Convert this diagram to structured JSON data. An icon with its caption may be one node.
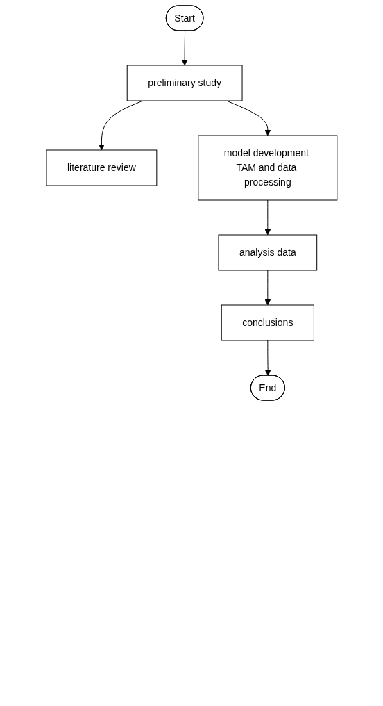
{
  "diagram": {
    "nodes": [
      {
        "text": [
          "Start"
        ]
      },
      {
        "text": [
          "preliminary study"
        ]
      },
      {
        "text": [
          "literature review"
        ]
      },
      {
        "text": [
          "model development TAM and data processing"
        ]
      },
      {
        "text": [
          "analysis data"
        ]
      },
      {
        "text": [
          "conclusions"
        ]
      },
      {
        "text": [
          "End"
        ]
      }
    ],
    "edges": [
      {
        "from": 0,
        "to": 1,
        "arrow": "to"
      },
      {
        "from": 1,
        "to": 2,
        "arrow": "to"
      },
      {
        "from": 1,
        "to": 3,
        "arrow": "to"
      },
      {
        "from": 3,
        "to": 4,
        "arrow": "to"
      },
      {
        "from": 4,
        "to": 5,
        "arrow": "to"
      },
      {
        "from": 5,
        "to": 6,
        "arrow": "to"
      }
    ]
  }
}
